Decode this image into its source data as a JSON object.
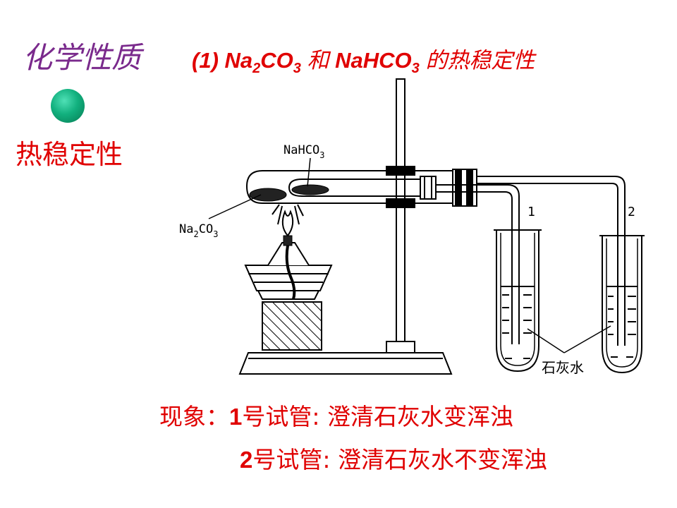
{
  "title": "化学性质",
  "subtitle": {
    "prefix": "(1) Na",
    "sub1": "2",
    "mid1": "CO",
    "sub2": "3",
    "conj": " 和 ",
    "mid2": "NaHCO",
    "sub3": "3",
    "suffix": " 的热稳定性"
  },
  "section_heading": "热稳定性",
  "diagram": {
    "label_nahco3": "NaHCO",
    "label_nahco3_sub": "3",
    "label_na2co3_a": "Na",
    "label_na2co3_sub1": "2",
    "label_na2co3_b": "CO",
    "label_na2co3_sub2": "3",
    "tube1_label": "1",
    "tube2_label": "2",
    "limewater_label": "石灰水"
  },
  "observation": {
    "lead": "现象：",
    "line1_num": "1",
    "line1_text": "号试管:  澄清石灰水变浑浊",
    "line2_num": "2",
    "line2_text": "号试管:  澄清石灰水不变浑浊"
  },
  "colors": {
    "title": "#7a2a8c",
    "accent": "#e00000",
    "bullet": "#12b07e"
  }
}
